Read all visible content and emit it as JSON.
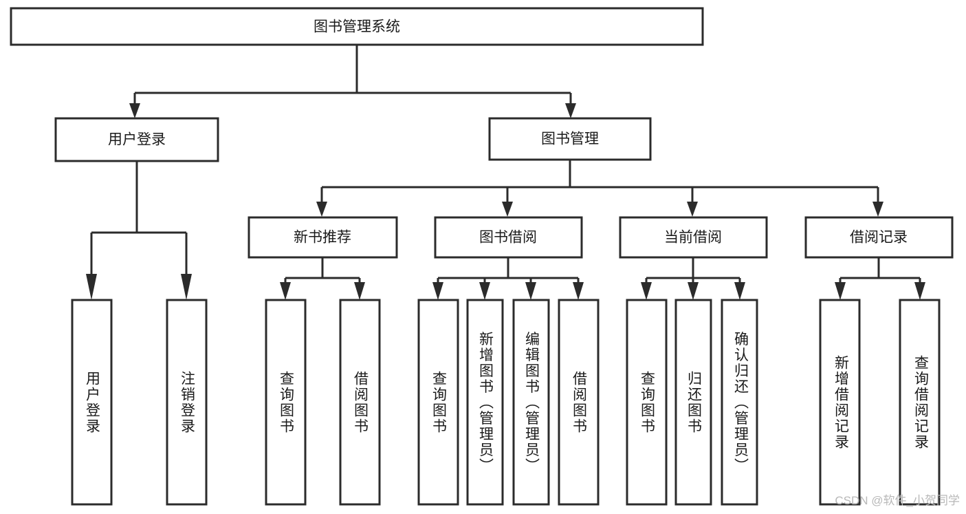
{
  "diagram": {
    "title": "图书管理系统",
    "type": "tree-hierarchy",
    "orientation": "top-down",
    "root": {
      "id": "root",
      "label": "图书管理系统",
      "text_direction": "horizontal"
    },
    "level1": [
      {
        "id": "user-login",
        "label": "用户登录",
        "text_direction": "horizontal"
      },
      {
        "id": "book-manage",
        "label": "图书管理",
        "text_direction": "horizontal"
      }
    ],
    "level2": [
      {
        "id": "new-book-recommend",
        "label": "新书推荐",
        "parent": "book-manage",
        "text_direction": "horizontal"
      },
      {
        "id": "book-borrow",
        "label": "图书借阅",
        "parent": "book-manage",
        "text_direction": "horizontal"
      },
      {
        "id": "current-borrow",
        "label": "当前借阅",
        "parent": "book-manage",
        "text_direction": "horizontal"
      },
      {
        "id": "borrow-record",
        "label": "借阅记录",
        "parent": "book-manage",
        "text_direction": "horizontal"
      }
    ],
    "leaves": [
      {
        "id": "leaf-user-login",
        "label": "用户登录",
        "parent": "user-login",
        "text_direction": "vertical"
      },
      {
        "id": "leaf-user-logout",
        "label": "注销登录",
        "parent": "user-login",
        "text_direction": "vertical"
      },
      {
        "id": "leaf-query-book-1",
        "label": "查询图书",
        "parent": "new-book-recommend",
        "text_direction": "vertical"
      },
      {
        "id": "leaf-borrow-book-1",
        "label": "借阅图书",
        "parent": "new-book-recommend",
        "text_direction": "vertical"
      },
      {
        "id": "leaf-query-book-2",
        "label": "查询图书",
        "parent": "book-borrow",
        "text_direction": "vertical"
      },
      {
        "id": "leaf-add-book",
        "label": "新增图书（管理员）",
        "parent": "book-borrow",
        "text_direction": "vertical"
      },
      {
        "id": "leaf-edit-book",
        "label": "编辑图书（管理员）",
        "parent": "book-borrow",
        "text_direction": "vertical"
      },
      {
        "id": "leaf-borrow-book-2",
        "label": "借阅图书",
        "parent": "book-borrow",
        "text_direction": "vertical"
      },
      {
        "id": "leaf-query-book-3",
        "label": "查询图书",
        "parent": "current-borrow",
        "text_direction": "vertical"
      },
      {
        "id": "leaf-return-book",
        "label": "归还图书",
        "parent": "current-borrow",
        "text_direction": "vertical"
      },
      {
        "id": "leaf-confirm-return",
        "label": "确认归还（管理员）",
        "parent": "current-borrow",
        "text_direction": "vertical"
      },
      {
        "id": "leaf-add-record",
        "label": "新增借阅记录",
        "parent": "borrow-record",
        "text_direction": "vertical"
      },
      {
        "id": "leaf-query-record",
        "label": "查询借阅记录",
        "parent": "borrow-record",
        "text_direction": "vertical"
      }
    ]
  },
  "watermark": {
    "text": "CSDN @软件_小贺同学"
  },
  "colors": {
    "stroke": "#2b2b2b",
    "box_fill": "#ffffff",
    "text": "#1a1a1a",
    "background": "#ffffff",
    "watermark": "#b8b8b8"
  }
}
